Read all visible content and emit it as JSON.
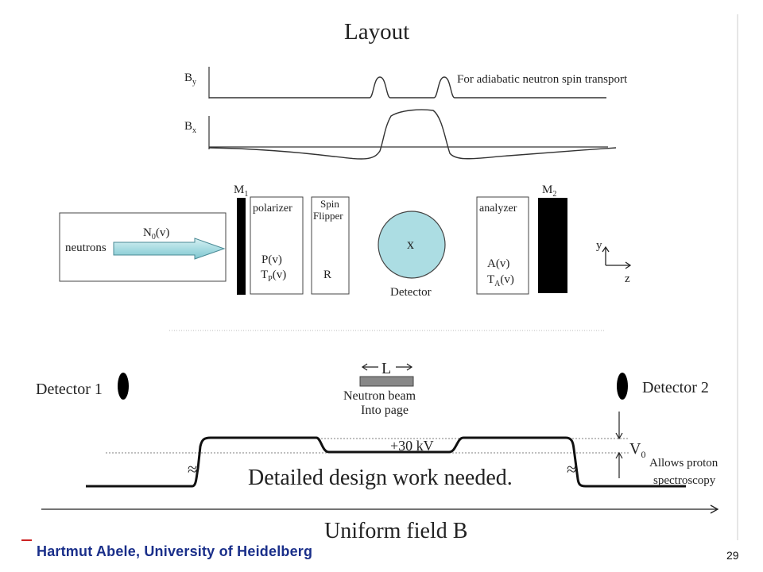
{
  "slide": {
    "title": "Layout",
    "page_number": "29",
    "footer": "Hartmut Abele, University of Heidelberg"
  },
  "field_plots": {
    "by_label": "B",
    "by_sub": "y",
    "bx_label": "B",
    "bx_sub": "x",
    "by_note": "For adiabatic neutron spin transport"
  },
  "beamline": {
    "neutrons_label": "neutrons",
    "flux_label": "N",
    "flux_sub": "0",
    "flux_arg": "(v)",
    "m1_label": "M",
    "m1_sub": "1",
    "m2_label": "M",
    "m2_sub": "2",
    "polarizer_label": "polarizer",
    "polarizer_p": "P(v)",
    "polarizer_t": "T",
    "polarizer_t_sub": "P",
    "polarizer_t_arg": "(v)",
    "spin_flipper_line1": "Spin",
    "spin_flipper_line2": "Flipper",
    "spin_flipper_r": "R",
    "detector_mark": "x",
    "detector_label": "Detector",
    "analyzer_label": "analyzer",
    "analyzer_a": "A(v)",
    "analyzer_t": "T",
    "analyzer_t_sub": "A",
    "analyzer_t_arg": "(v)",
    "axis_y": "y",
    "axis_z": "z"
  },
  "electrode": {
    "detector1": "Detector 1",
    "detector2": "Detector 2",
    "length_label": "L",
    "beam_line1": "Neutron beam",
    "beam_line2": "Into page",
    "voltage": "+30 kV",
    "v0_label": "V",
    "v0_sub": "0",
    "proton_line1": "Allows proton",
    "proton_line2": "spectroscopy",
    "design_note": "Detailed design work needed.",
    "field_label": "Uniform field B",
    "break_glyph": "≈"
  }
}
